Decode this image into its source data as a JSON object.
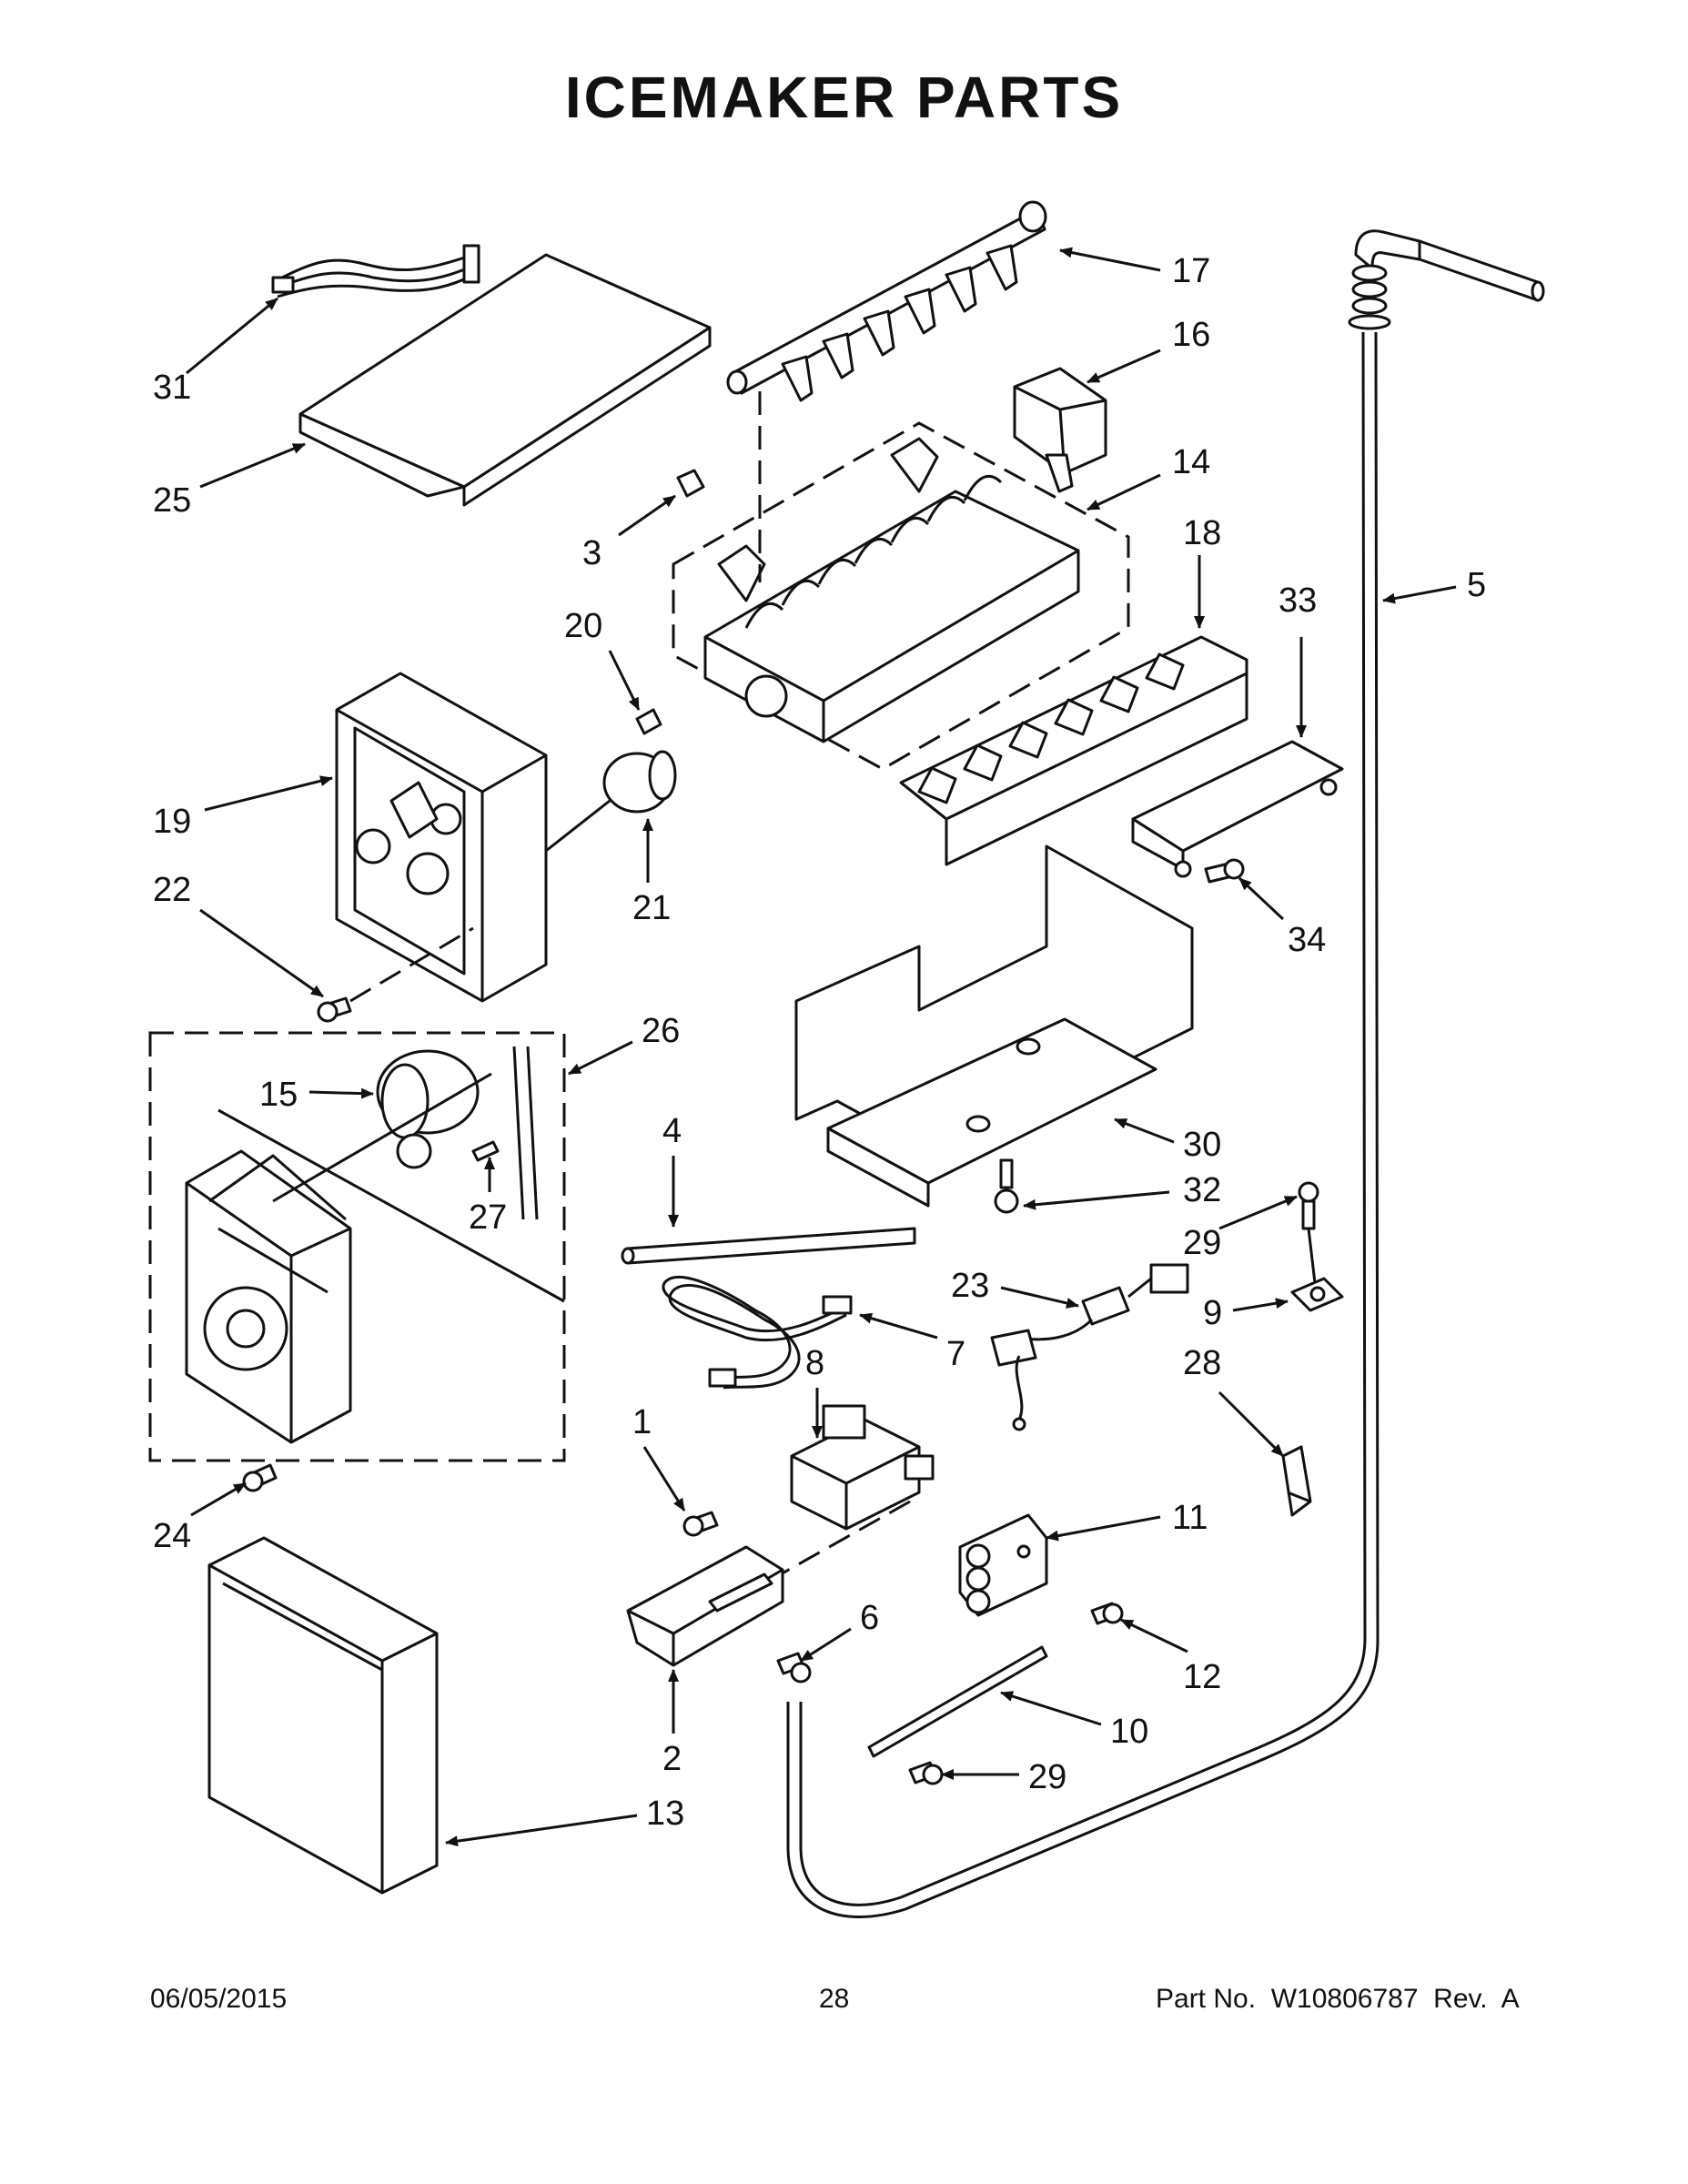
{
  "title": "ICEMAKER PARTS",
  "footer": {
    "date": "06/05/2015",
    "page": "28",
    "part_no": "Part No.  W10806787  Rev.  A"
  },
  "callouts": [
    {
      "id": "c17",
      "text": "17"
    },
    {
      "id": "c16",
      "text": "16"
    },
    {
      "id": "c31",
      "text": "31"
    },
    {
      "id": "c25",
      "text": "25"
    },
    {
      "id": "c14",
      "text": "14"
    },
    {
      "id": "c3",
      "text": "3"
    },
    {
      "id": "c18",
      "text": "18"
    },
    {
      "id": "c5",
      "text": "5"
    },
    {
      "id": "c33",
      "text": "33"
    },
    {
      "id": "c20",
      "text": "20"
    },
    {
      "id": "c19",
      "text": "19"
    },
    {
      "id": "c21",
      "text": "21"
    },
    {
      "id": "c22",
      "text": "22"
    },
    {
      "id": "c34",
      "text": "34"
    },
    {
      "id": "c26",
      "text": "26"
    },
    {
      "id": "c15",
      "text": "15"
    },
    {
      "id": "c4",
      "text": "4"
    },
    {
      "id": "c30",
      "text": "30"
    },
    {
      "id": "c32",
      "text": "32"
    },
    {
      "id": "c27",
      "text": "27"
    },
    {
      "id": "c29a",
      "text": "29"
    },
    {
      "id": "c23",
      "text": "23"
    },
    {
      "id": "c9",
      "text": "9"
    },
    {
      "id": "c7",
      "text": "7"
    },
    {
      "id": "c8",
      "text": "8"
    },
    {
      "id": "c28",
      "text": "28"
    },
    {
      "id": "c1",
      "text": "1"
    },
    {
      "id": "c24",
      "text": "24"
    },
    {
      "id": "c11",
      "text": "11"
    },
    {
      "id": "c6",
      "text": "6"
    },
    {
      "id": "c12",
      "text": "12"
    },
    {
      "id": "c10",
      "text": "10"
    },
    {
      "id": "c2",
      "text": "2"
    },
    {
      "id": "c29b",
      "text": "29"
    },
    {
      "id": "c13",
      "text": "13"
    }
  ]
}
